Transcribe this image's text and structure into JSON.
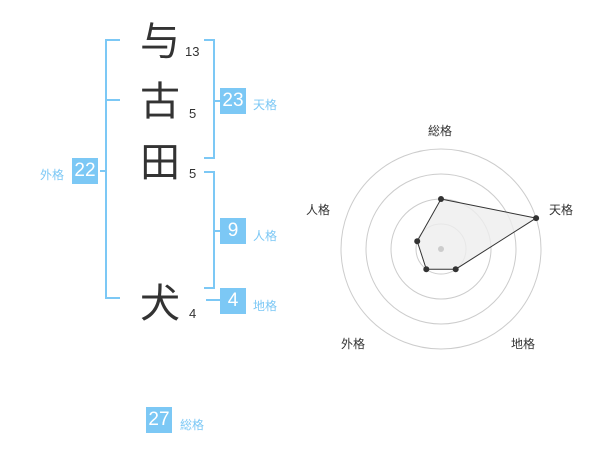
{
  "name": {
    "chars": [
      {
        "char": "与",
        "strokes": "13"
      },
      {
        "char": "古",
        "strokes": "5"
      },
      {
        "char": "田",
        "strokes": "5"
      },
      {
        "char": "犬",
        "strokes": "4"
      }
    ]
  },
  "fortune": {
    "tenkaku": {
      "value": "23",
      "label": "天格"
    },
    "jinkaku": {
      "value": "9",
      "label": "人格"
    },
    "chikaku": {
      "value": "4",
      "label": "地格"
    },
    "gaikaku": {
      "value": "22",
      "label": "外格"
    },
    "soukaku": {
      "value": "27",
      "label": "総格"
    }
  },
  "colors": {
    "accent": "#7cc8f5",
    "text": "#333333",
    "grid": "#cccccc",
    "polygon_fill": "#eeeeee",
    "center_dot": "#cccccc"
  },
  "chart_data": {
    "type": "radar",
    "axes": [
      "総格",
      "天格",
      "地格",
      "外格",
      "人格"
    ],
    "values": [
      2,
      4,
      1,
      1,
      1
    ],
    "rmax": 4,
    "rings": 4,
    "grid": true
  }
}
